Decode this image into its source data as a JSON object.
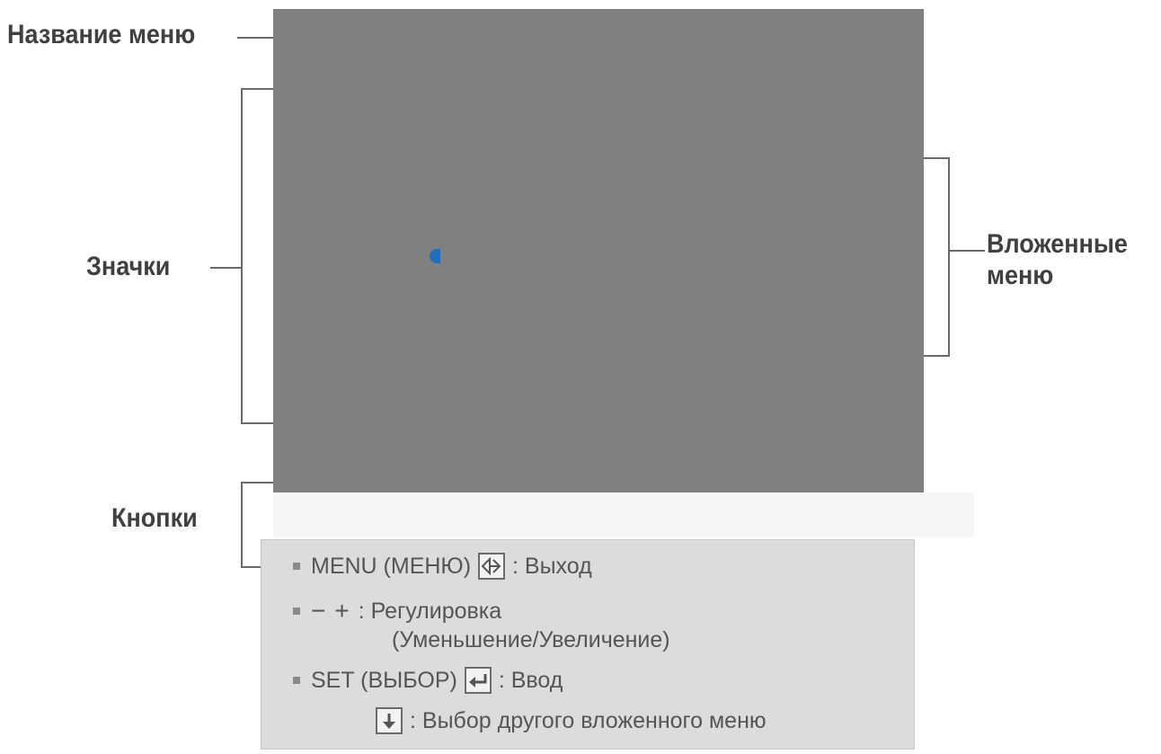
{
  "callouts": {
    "menu_title": "Название меню",
    "icons": "Значки",
    "submenus_line1": "Вложенные",
    "submenus_line2": "меню",
    "buttons": "Кнопки"
  },
  "buttons_panel": {
    "row1_label": "MENU (МЕНЮ)",
    "row1_action": ": Выход",
    "row2_minus": "−",
    "row2_plus": "+",
    "row2_action": ": Регулировка",
    "row2_detail": "(Уменьшение/Увеличение)",
    "row3_label": "SET (ВЫБОР)",
    "row3_action": ": Ввод",
    "row4_action": ": Выбор другого вложенного меню"
  },
  "colors": {
    "screen": "#808080",
    "text": "#404040",
    "panel": "#dcdcdc",
    "dot": "#1f6fc0"
  },
  "icons": [
    "exit-icon",
    "enter-icon",
    "arrow-down-icon"
  ]
}
